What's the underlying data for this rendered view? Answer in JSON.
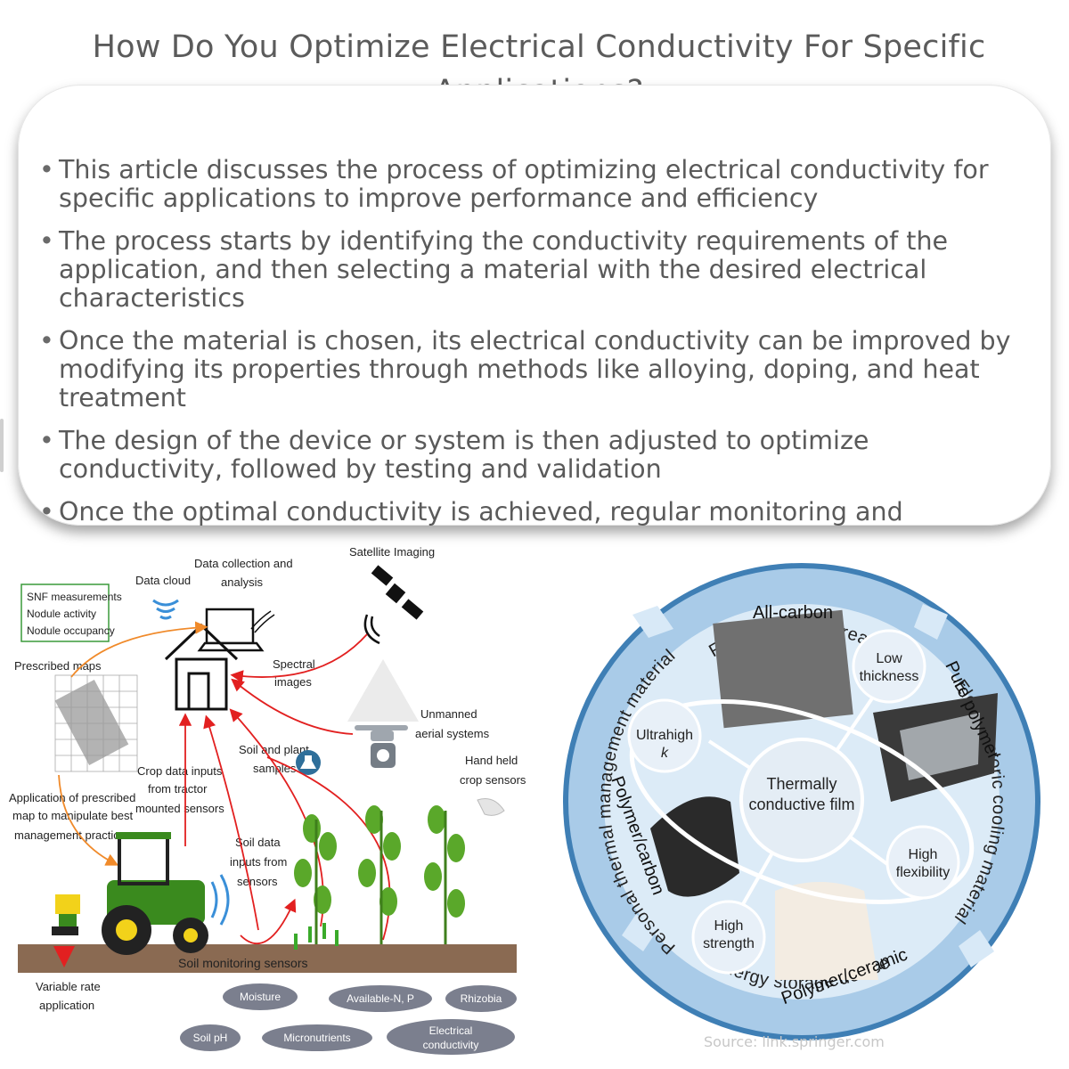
{
  "title": "How Do You Optimize Electrical Conductivity For Specific Applications?",
  "bullets": [
    "This article discusses the process of optimizing electrical conductivity for specific applications to improve performance and efficiency",
    "The process starts by identifying the conductivity requirements of the application, and then selecting a material with the desired electrical characteristics",
    "Once the material is chosen, its electrical conductivity can be improved by modifying its properties through methods like alloying, doping, and heat treatment",
    "The design of the device or system is then adjusted to optimize conductivity, followed by testing and validation",
    "Once the optimal conductivity is achieved, regular monitoring and maintenance are crucial to ensure consistent performance"
  ],
  "left_figure": {
    "snf_box": [
      "SNF measurements",
      "Nodule activity",
      "Nodule occupancy"
    ],
    "data_cloud": "Data cloud",
    "data_collection": [
      "Data collection and",
      "analysis"
    ],
    "satellite": "Satellite Imaging",
    "prescribed_maps": "Prescribed maps",
    "spectral": [
      "Spectral",
      "images"
    ],
    "unmanned": [
      "Unmanned",
      "aerial systems"
    ],
    "soil_plant": [
      "Soil and plant",
      "samples"
    ],
    "hand_held": [
      "Hand held",
      "crop sensors"
    ],
    "crop_data": [
      "Crop data inputs",
      "from tractor",
      "mounted sensors"
    ],
    "application": [
      "Application of prescribed",
      "map to manipulate best",
      "management practices"
    ],
    "soil_data": [
      "Soil data",
      "inputs from",
      "sensors"
    ],
    "soil_monitoring": "Soil monitoring sensors",
    "variable_rate": [
      "Variable rate",
      "application"
    ],
    "ovals": {
      "moisture": "Moisture",
      "available_np": "Available-N, P",
      "rhizobia": "Rhizobia",
      "soil_ph": "Soil pH",
      "micronutrients": "Micronutrients",
      "electrical": [
        "Electrical",
        "conductivity"
      ]
    }
  },
  "right_figure": {
    "outer": {
      "top": "Flexible heat spreader",
      "right": "Electrocaloric cooling material",
      "bottom": "Energy storage device",
      "left": "Personal thermal management material"
    },
    "materials": {
      "all_carbon": "All-carbon",
      "pure_polymer": "Pure polymer",
      "polymer_carbon": "Polymer/carbon",
      "polymer_ceramic": "Polymer/ceramic"
    },
    "center": [
      "Thermally",
      "conductive film"
    ],
    "properties": {
      "low_thickness": [
        "Low",
        "thickness"
      ],
      "ultrahigh_k": [
        "Ultrahigh",
        "k"
      ],
      "high_flexibility": [
        "High",
        "flexibility"
      ],
      "high_strength": [
        "High",
        "strength"
      ]
    }
  },
  "source": "Source: link.springer.com",
  "colors": {
    "ring_outer": "#3f7fb5",
    "ring_inner": "#dcebf7",
    "arrow_red": "#e22020",
    "arrow_orange": "#f08a2a",
    "tractor_green": "#3a8a1e",
    "oval_fill": "#7b7f8e"
  }
}
